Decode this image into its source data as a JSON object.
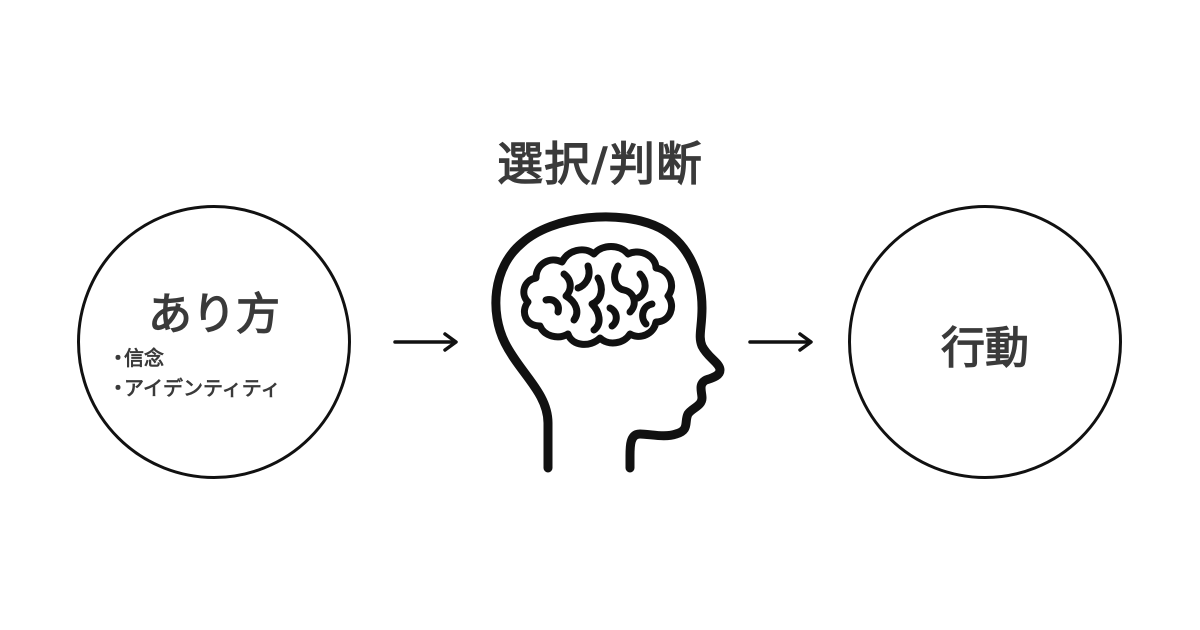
{
  "title": "選択/判断",
  "left_node": {
    "title": "あり方",
    "bullet_marker": "・",
    "bullets": [
      "信念",
      "アイデンティティ"
    ]
  },
  "right_node": {
    "title": "行動"
  },
  "icons": {
    "center": "head-brain-icon",
    "connector_1": "arrow-right-icon",
    "connector_2": "arrow-right-icon"
  },
  "colors": {
    "stroke": "#111111",
    "text": "#3a3a3a",
    "background": "#ffffff"
  }
}
